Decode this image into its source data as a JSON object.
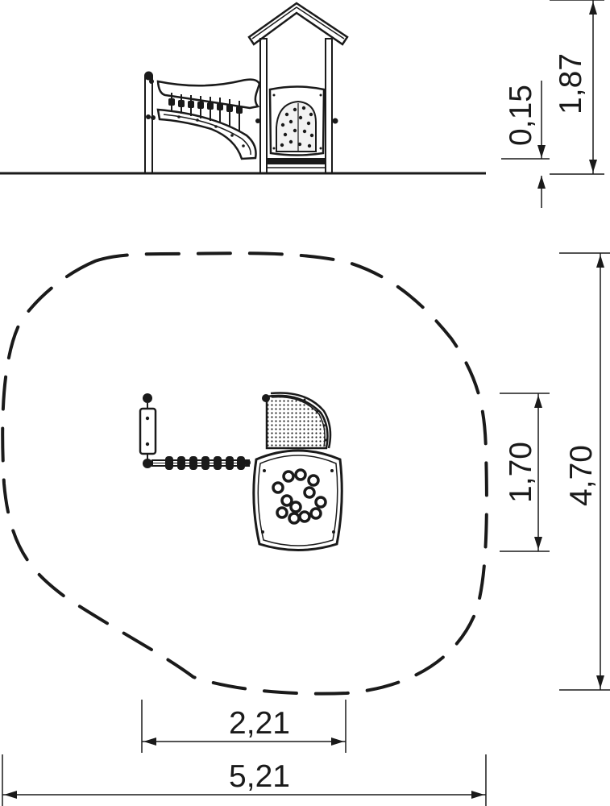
{
  "dimensions": {
    "total_height": "1,87",
    "base_depth": "0,15",
    "footprint_depth": "1,70",
    "safety_depth": "4,70",
    "footprint_width": "2,21",
    "safety_width": "5,21"
  },
  "colors": {
    "ink": "#1a1a1a",
    "background": "#ffffff"
  }
}
